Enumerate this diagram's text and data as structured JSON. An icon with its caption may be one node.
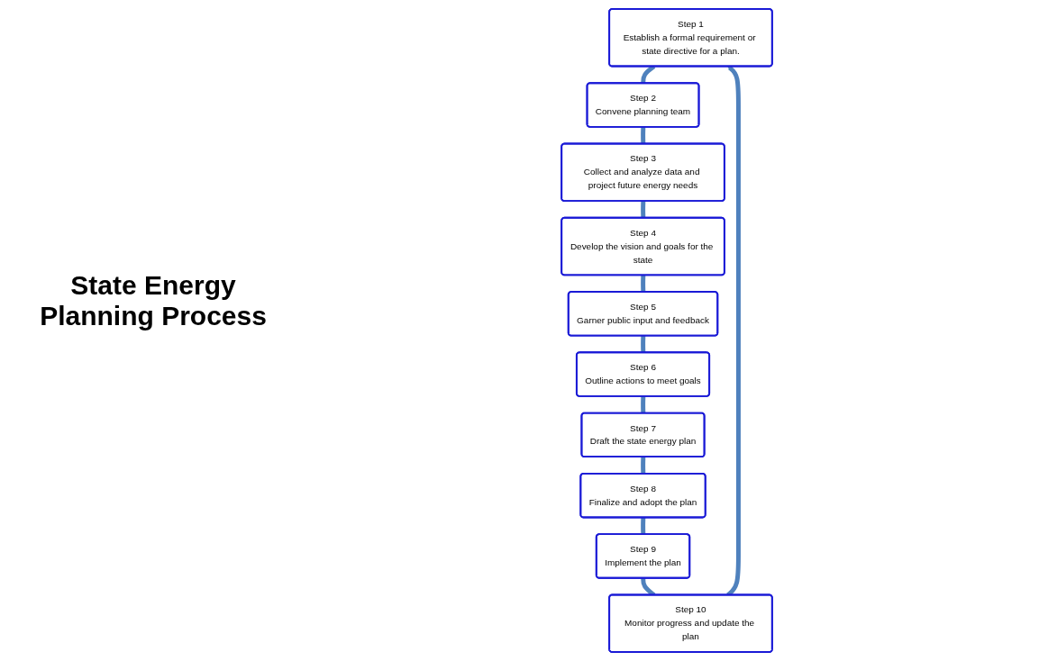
{
  "diagram": {
    "title": "State Energy Planning Process",
    "nodes": [
      {
        "text": [
          "Step 1",
          "Establish a formal requirement or state directive for a plan."
        ]
      },
      {
        "text": [
          "Step 2",
          "Convene planning team"
        ]
      },
      {
        "text": [
          "Step 3",
          "Collect and analyze data and project future energy needs"
        ]
      },
      {
        "text": [
          "Step 4",
          "Develop the vision and goals for the state"
        ]
      },
      {
        "text": [
          "Step 5",
          "Garner public input and feedback"
        ]
      },
      {
        "text": [
          "Step 6",
          "Outline actions to meet goals"
        ]
      },
      {
        "text": [
          "Step 7",
          "Draft the state energy plan"
        ]
      },
      {
        "text": [
          "Step 8",
          "Finalize and adopt the plan"
        ]
      },
      {
        "text": [
          "Step 9",
          "Implement the plan"
        ]
      },
      {
        "text": [
          "Step 10",
          "Monitor progress and update the plan"
        ]
      }
    ],
    "edges": [
      {
        "from": 0,
        "to": 1,
        "arrow": "none"
      },
      {
        "from": 1,
        "to": 2,
        "arrow": "none"
      },
      {
        "from": 2,
        "to": 3,
        "arrow": "none"
      },
      {
        "from": 3,
        "to": 4,
        "arrow": "none"
      },
      {
        "from": 4,
        "to": 5,
        "arrow": "none"
      },
      {
        "from": 5,
        "to": 6,
        "arrow": "none"
      },
      {
        "from": 6,
        "to": 7,
        "arrow": "none"
      },
      {
        "from": 7,
        "to": 8,
        "arrow": "none"
      },
      {
        "from": 8,
        "to": 9,
        "arrow": "none"
      },
      {
        "from": 9,
        "to": 0,
        "arrow": "to"
      }
    ]
  }
}
